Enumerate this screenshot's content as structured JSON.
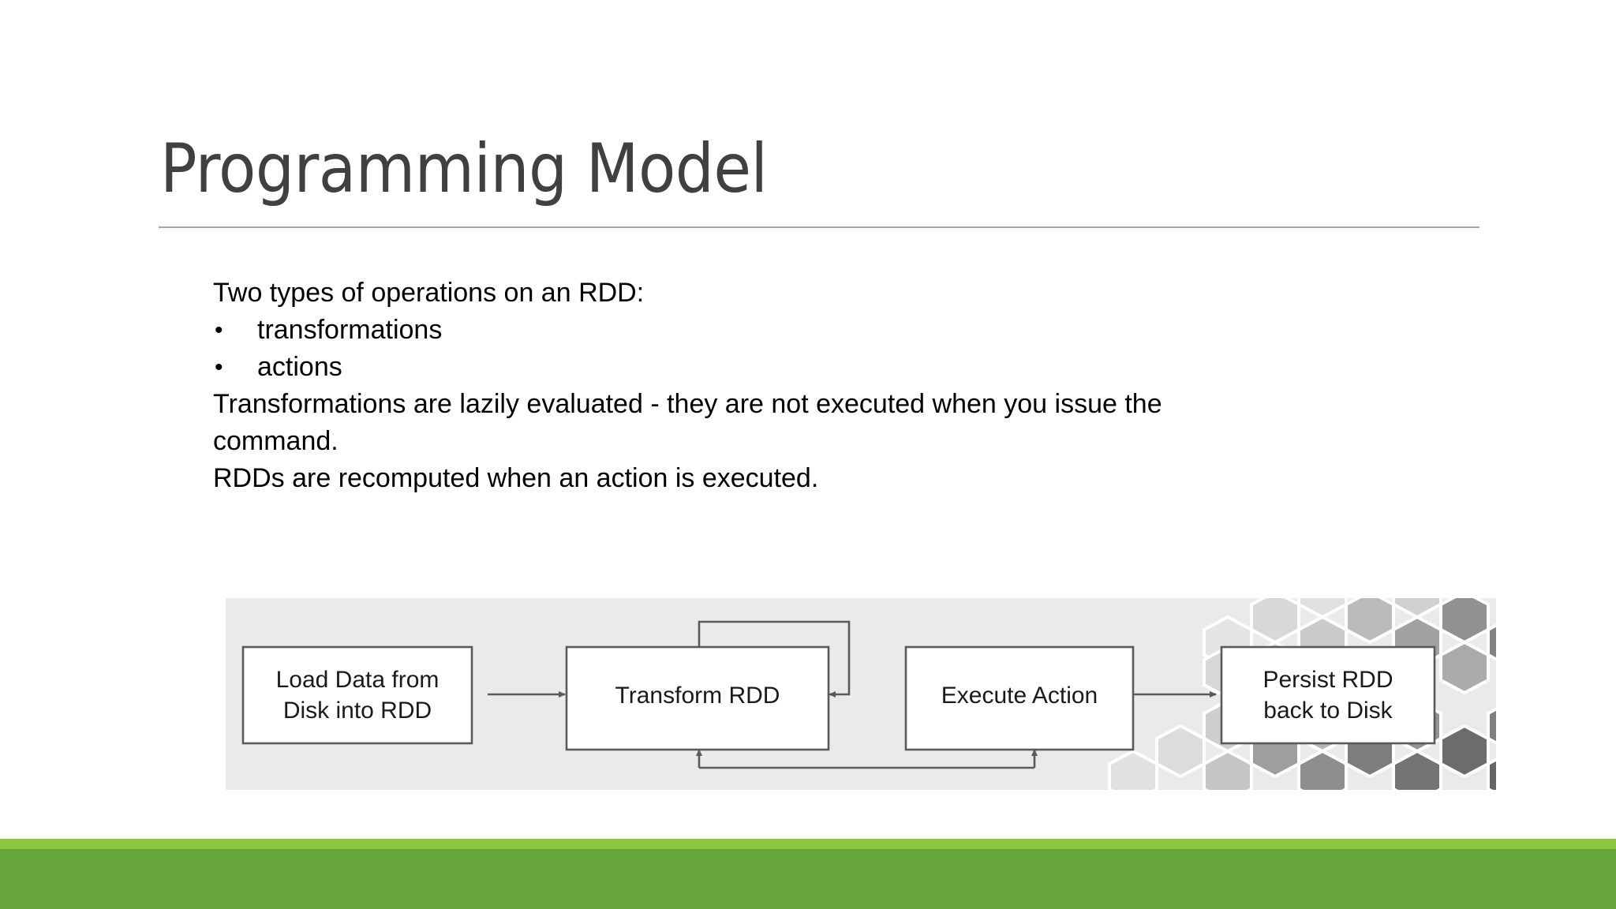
{
  "slide": {
    "title": "Programming Model",
    "title_color": "#404040",
    "rule_color": "#a6a6a6",
    "background_color": "#ffffff"
  },
  "body": {
    "intro": "Two types of operations on an RDD:",
    "bullets": [
      {
        "marker": "•",
        "label": "transformations"
      },
      {
        "marker": "•",
        "label": "actions"
      }
    ],
    "paragraphs": [
      "Transformations are lazily evaluated - they are not executed when you issue the command.",
      "RDDs are recomputed when an action is executed."
    ]
  },
  "diagram": {
    "background_color": "#eaeaea",
    "box_fill": "#ffffff",
    "box_stroke": "#5a5a5a",
    "arrow_color": "#5a5a5a",
    "text_color": "#1a1a1a",
    "boxes": [
      {
        "id": "load",
        "lines": [
          "Load Data from",
          "Disk into RDD"
        ]
      },
      {
        "id": "transform",
        "lines": [
          "Transform RDD"
        ]
      },
      {
        "id": "action",
        "lines": [
          "Execute Action"
        ]
      },
      {
        "id": "persist",
        "lines": [
          "Persist RDD",
          "back to Disk"
        ]
      }
    ],
    "connections": [
      {
        "from": "load",
        "to": "transform",
        "kind": "straight-right"
      },
      {
        "from": "transform",
        "to": "transform",
        "kind": "self-loop-top"
      },
      {
        "from": "action",
        "to": "persist",
        "kind": "straight-right"
      },
      {
        "from": "bottom-return",
        "to": "transform",
        "kind": "feedback-up"
      },
      {
        "from": "bottom-return",
        "to": "action",
        "kind": "feedback-up"
      }
    ],
    "decoration": "hexagon-honeycomb-texture"
  },
  "footer": {
    "band_light_color": "#8cc63e",
    "band_dark_color": "#66a63a"
  }
}
